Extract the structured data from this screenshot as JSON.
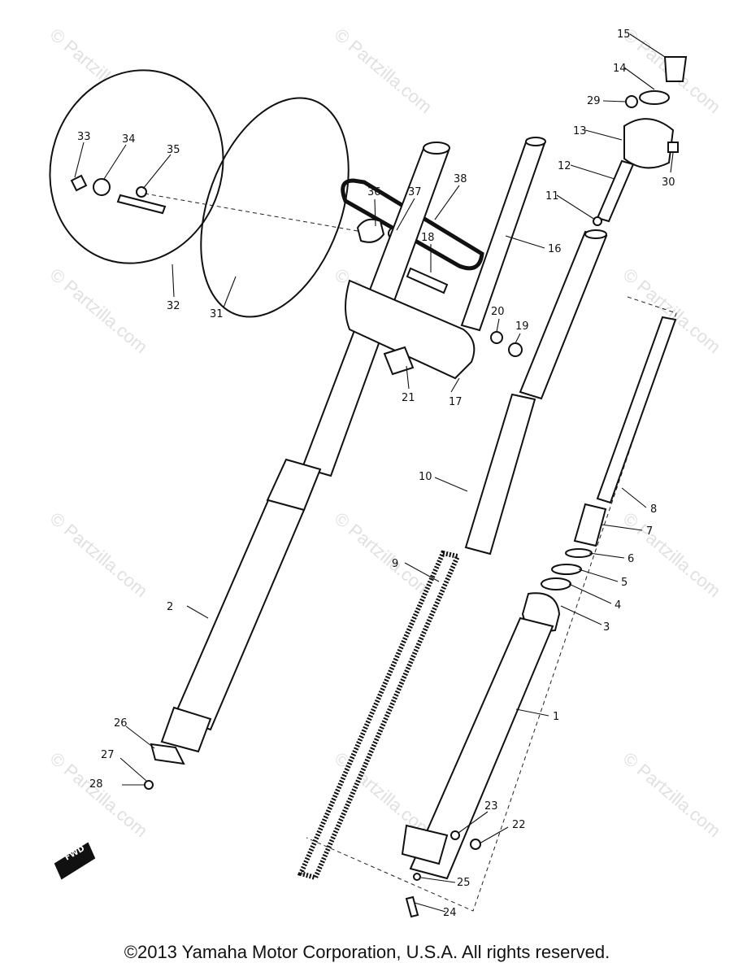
{
  "watermark": "© Partzilla.com",
  "copyright": "©2013 Yamaha Motor Corporation, U.S.A. All rights reserved.",
  "callouts": [
    "1",
    "2",
    "3",
    "4",
    "5",
    "6",
    "7",
    "8",
    "9",
    "10",
    "11",
    "12",
    "13",
    "14",
    "15",
    "16",
    "17",
    "18",
    "19",
    "20",
    "21",
    "22",
    "23",
    "24",
    "25",
    "26",
    "27",
    "28",
    "29",
    "30",
    "31",
    "32",
    "33",
    "34",
    "35",
    "36",
    "37",
    "38"
  ],
  "front_marker": "FWD"
}
